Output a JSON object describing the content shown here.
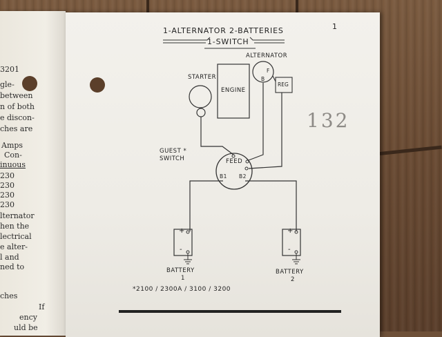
{
  "document": {
    "page_number": "1",
    "title_line1": "1-ALTERNATOR 2-BATTERIES",
    "title_line2": "1-SWITCH",
    "handwritten_note": "132",
    "labels": {
      "alternator": "ALTERNATOR",
      "starter": "STARTER",
      "engine": "ENGINE",
      "alt_b": "B",
      "alt_f": "F",
      "reg": "REG",
      "guest_switch_line1": "GUEST *",
      "guest_switch_line2": "SWITCH",
      "feed": "FEED",
      "b1": "B1",
      "b2": "B2",
      "battery1_line1": "BATTERY",
      "battery1_line2": "1",
      "battery2_line1": "BATTERY",
      "battery2_line2": "2",
      "plus": "+",
      "minus": "-",
      "footnote": "*2100 / 2300A / 3100 / 3200"
    }
  },
  "left_page": {
    "fragments": [
      "3201",
      "gle-",
      "between",
      "n of both",
      "e discon-",
      "ches are",
      "Amps",
      "Con-",
      "inuous",
      "230",
      "230",
      "230",
      "230",
      "lternator",
      "hen the",
      "lectrical",
      "e alter-",
      "l and",
      "ned to",
      "ches",
      "If",
      "ency",
      "uld be"
    ]
  },
  "colors": {
    "paper": "#f1efe9",
    "ink": "#222222",
    "wood": "#6e5038"
  }
}
